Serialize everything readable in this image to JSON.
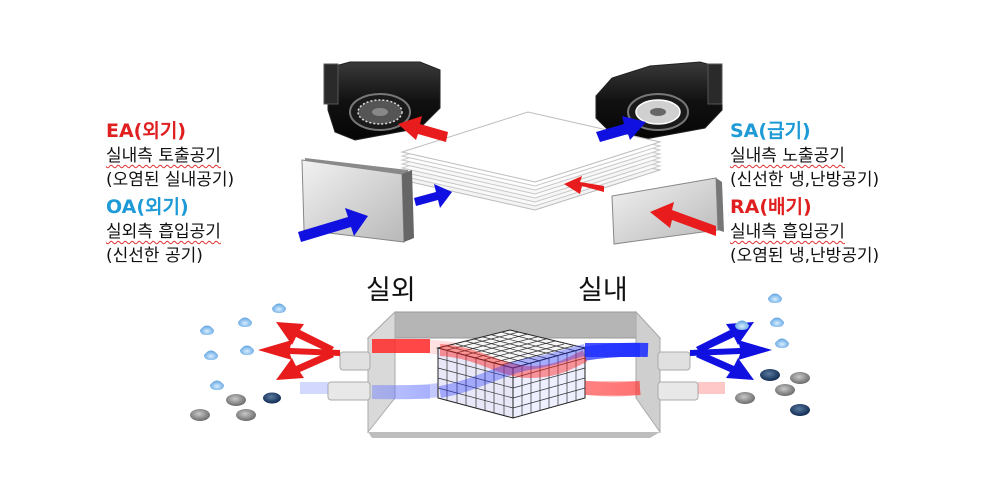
{
  "labels": {
    "ea": {
      "title": "EA(외기)",
      "line1": "실내측 토출공기",
      "line2": "(오염된 실내공기)"
    },
    "oa": {
      "title": "OA(외기)",
      "line1": "실외측 흡입공기",
      "line2": "(신선한 공기)"
    },
    "sa": {
      "title": "SA(급기)",
      "line1": "실내측 노출공기",
      "line2": "(신선한 냉,난방공기)"
    },
    "ra": {
      "title": "RA(배기)",
      "line1": "실내측 흡입공기",
      "line2": "(오염된 냉,난방공기)"
    }
  },
  "zones": {
    "outdoor": "실외",
    "indoor": "실내"
  },
  "colors": {
    "red": "#e02020",
    "blue": "#1e9bd7",
    "arrow_blue": "#1010e0",
    "arrow_red": "#e81c1c"
  },
  "icons": [
    "fan-icon",
    "filter-icon",
    "arrow-icon",
    "heat-exchanger-icon",
    "particle-icon",
    "droplet-icon"
  ]
}
